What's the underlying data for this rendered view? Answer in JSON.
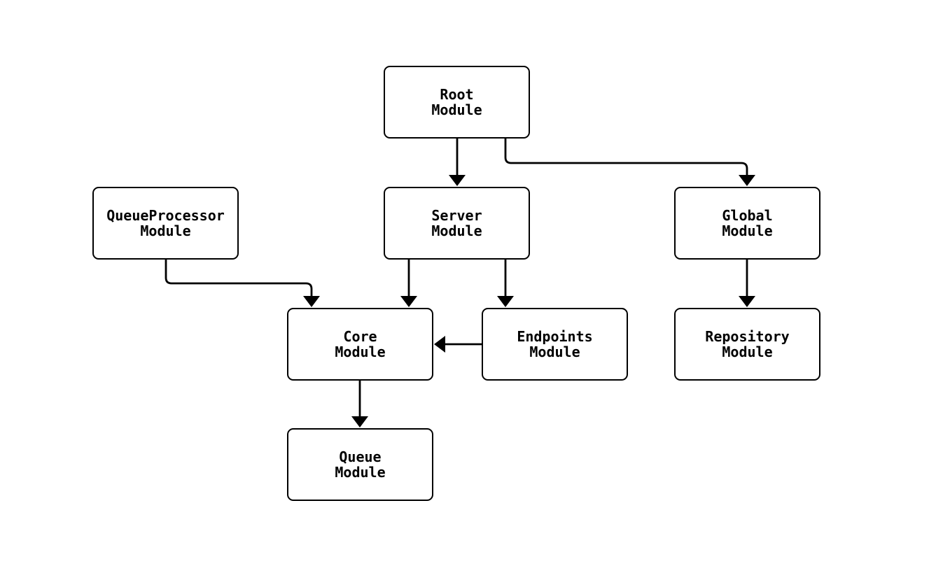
{
  "diagram": {
    "type": "module-dependency-graph",
    "colors": {
      "background": "#ffffff",
      "node_fill": "#ffffff",
      "node_border": "#000000",
      "edge_stroke": "#000000",
      "text": "#000000"
    },
    "nodes": [
      {
        "id": "root",
        "label": "Root\nModule"
      },
      {
        "id": "server",
        "label": "Server\nModule"
      },
      {
        "id": "queueprocessor",
        "label": "QueueProcessor\nModule"
      },
      {
        "id": "global",
        "label": "Global\nModule"
      },
      {
        "id": "core",
        "label": "Core\nModule"
      },
      {
        "id": "endpoints",
        "label": "Endpoints\nModule"
      },
      {
        "id": "repository",
        "label": "Repository\nModule"
      },
      {
        "id": "queue",
        "label": "Queue\nModule"
      }
    ],
    "edges": [
      {
        "from": "Root Module",
        "to": "Server Module"
      },
      {
        "from": "Root Module",
        "to": "Global Module"
      },
      {
        "from": "QueueProcessor Module",
        "to": "Core Module"
      },
      {
        "from": "Server Module",
        "to": "Core Module"
      },
      {
        "from": "Server Module",
        "to": "Endpoints Module"
      },
      {
        "from": "Endpoints Module",
        "to": "Core Module"
      },
      {
        "from": "Core Module",
        "to": "Queue Module"
      },
      {
        "from": "Global Module",
        "to": "Repository Module"
      }
    ]
  }
}
